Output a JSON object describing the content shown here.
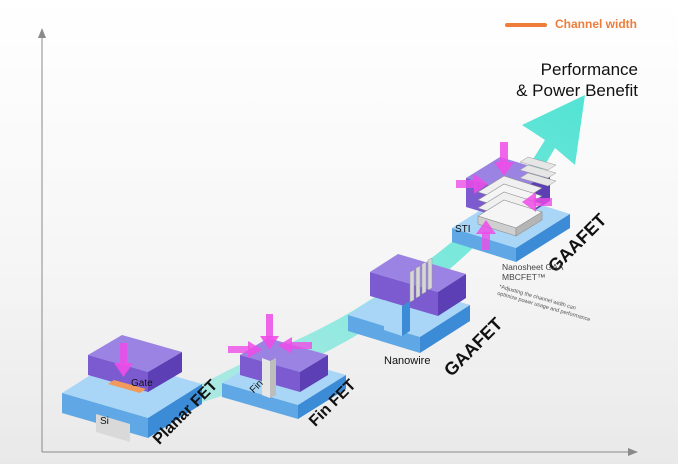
{
  "legend": {
    "label": "Channel width",
    "color": "#ee7d3b"
  },
  "headline": {
    "line1": "Performance",
    "line2": "& Power Benefit"
  },
  "stages": [
    {
      "name": "Planar FET",
      "part_labels": [
        "Gate",
        "Si"
      ]
    },
    {
      "name": "Fin FET",
      "part_labels": [
        "Fin"
      ]
    },
    {
      "name": "GAAFET",
      "part_labels": [
        "Nanowire"
      ]
    },
    {
      "name": "GAAFET",
      "part_labels": [
        "STI"
      ],
      "subtitle_1": "Nanosheet GAA",
      "subtitle_2": "MBCFET™",
      "note_1": "*Adjusting the channel width can",
      "note_2": "optimize power usage and performance"
    }
  ],
  "colors": {
    "substrate": "#6ab4ec",
    "gate": "#7d5fcf",
    "arrow": "#52e3d3",
    "force": "#ee4ce8",
    "silicon": "#d8d8d8"
  }
}
